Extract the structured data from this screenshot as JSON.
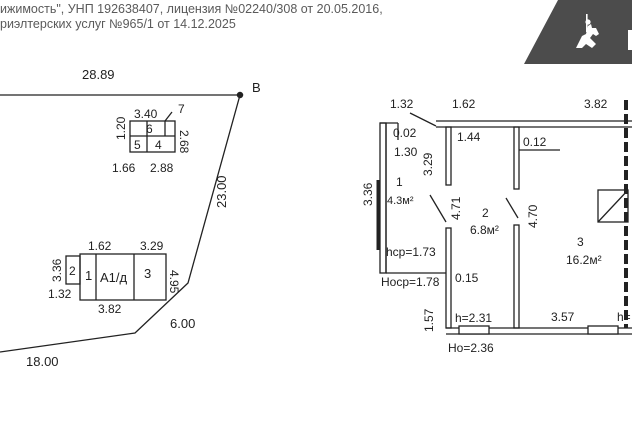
{
  "header": {
    "line1": "ижимость\", УНП 192638407, лицензия №02240/308 от 20.05.2016,",
    "line2": "риэлтерских услуг №965/1 от 14.12.2025"
  },
  "logo": {
    "icon": "knight-horse-logo-icon",
    "bg_color": "#4c4c4c"
  },
  "site_plan": {
    "point_label": "B",
    "dim_top": "28.89",
    "dim_right": "23.00",
    "dim_bottom_right": "6.00",
    "dim_bottom": "18.00",
    "small_building": {
      "dim_top": "3.40",
      "dim_top_small": "7",
      "dim_left": "1.20",
      "dim_right": "2.68",
      "dim_bottom_left": "1.66",
      "dim_bottom_right": "2.88",
      "rooms": [
        "6",
        "5",
        "4"
      ]
    },
    "house": {
      "dim_top_left": "1.62",
      "dim_top_right": "3.29",
      "dim_left": "3.36",
      "dim_right": "4.95",
      "dim_bottom_left": "1.32",
      "dim_bottom": "3.82",
      "rooms": [
        "2",
        "1",
        "А1/д",
        "3"
      ]
    }
  },
  "floor_plan": {
    "dims": {
      "top_1": "1.32",
      "top_2": "1.62",
      "top_3": "3.82",
      "inner_1": "1.44",
      "wall_102": "0.02",
      "wall_130": "1.30",
      "wall_012": "0.12",
      "left_336": "3.36",
      "v_329": "3.29",
      "v_471": "4.71",
      "v_470": "4.70",
      "v_157": "1.57",
      "w_015": "0.15",
      "bottom_357": "3.57"
    },
    "rooms": [
      {
        "num": "1",
        "area": "4.3м²"
      },
      {
        "num": "2",
        "area": "6.8м²"
      },
      {
        "num": "3",
        "area": "16.2м²"
      }
    ],
    "heights": {
      "h_sr": "hср=1.73",
      "h_o_sr": "Hоср=1.78",
      "h1": "h=2.31",
      "h2": "h=",
      "h_o": "Hо=2.36"
    }
  }
}
